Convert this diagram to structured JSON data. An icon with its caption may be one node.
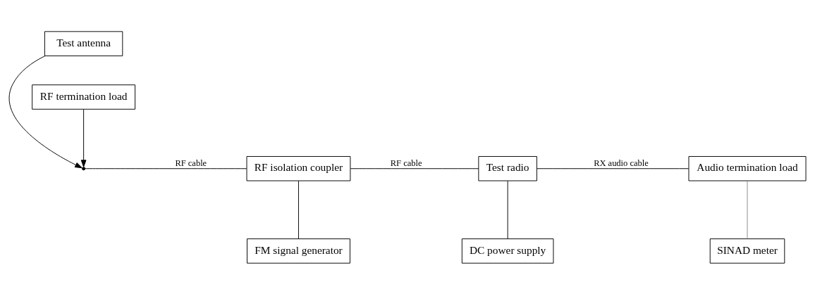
{
  "diagram": {
    "nodes": [
      {
        "text": [
          "Test antenna"
        ]
      },
      {
        "text": [],
        "shape": "point"
      },
      {
        "text": [
          "RF termination load"
        ]
      },
      {
        "text": [
          "RF isolation coupler"
        ]
      },
      {
        "text": [
          "FM signal generator"
        ]
      },
      {
        "text": [
          "Test radio"
        ]
      },
      {
        "text": [
          "DC power supply"
        ]
      },
      {
        "text": [
          "Audio termination load"
        ]
      },
      {
        "text": [
          "SINAD meter"
        ]
      }
    ],
    "edges": [
      {
        "from": 0,
        "to": 1,
        "arrow": "to"
      },
      {
        "from": 2,
        "to": 1,
        "arrow": "to"
      },
      {
        "from": 1,
        "to": 3,
        "arrow": "none",
        "label": "RF cable"
      },
      {
        "from": 3,
        "to": 5,
        "arrow": "none",
        "label": "RF cable"
      },
      {
        "from": 5,
        "to": 7,
        "arrow": "none",
        "label": "RX audio cable"
      },
      {
        "from": 3,
        "to": 4,
        "arrow": "none"
      },
      {
        "from": 5,
        "to": 6,
        "arrow": "none"
      },
      {
        "from": 7,
        "to": 8,
        "arrow": "none",
        "color": "#888888"
      }
    ]
  }
}
